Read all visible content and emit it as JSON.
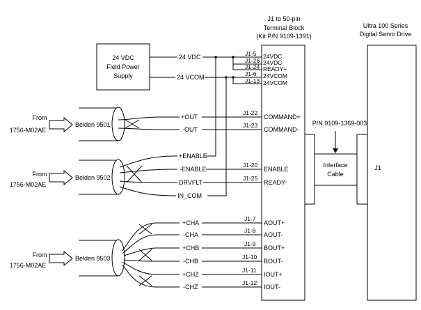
{
  "terminal_block": {
    "line1": "J1 to 50-pin",
    "line2": "Terminal Block",
    "line3": "(Kit P/N 9109-1391)"
  },
  "servo_drive": {
    "line1": "Ultra 100 Series",
    "line2": "Digital Servo Drive",
    "port": "J1"
  },
  "power_supply": {
    "line1": "24 VDC",
    "line2": "Field Power",
    "line3": "Supply",
    "vdc_label": "24 VDC",
    "vcom_label": "24 VCOM"
  },
  "power_pins": [
    {
      "pin": "J1-5",
      "name": "24VDC"
    },
    {
      "pin": "J1-26",
      "name": "24VDC"
    },
    {
      "pin": "J1-24",
      "name": "READY+"
    },
    {
      "pin": "J1-6",
      "name": "24VCOM"
    },
    {
      "pin": "J1-13",
      "name": "24VCOM"
    }
  ],
  "cables": [
    {
      "from1": "From",
      "from2": "1756-M02AE",
      "label": "Belden 9501"
    },
    {
      "from1": "From",
      "from2": "1756-M02AE",
      "label": "Belden 9502"
    },
    {
      "from1": "From",
      "from2": "1756-M02AE",
      "label": "Belden 9503"
    }
  ],
  "signals": [
    {
      "wire": "+OUT",
      "pin": "J1-22",
      "name": "COMMAND+"
    },
    {
      "wire": "-OUT",
      "pin": "J1-23",
      "name": "COMMAND-"
    },
    {
      "wire": "+ENABLE",
      "pin": "",
      "name": ""
    },
    {
      "wire": "-ENABLE",
      "pin": "J1-20",
      "name": "ENABLE"
    },
    {
      "wire": "DRVFLT",
      "pin": "J1-25",
      "name": "READY-"
    },
    {
      "wire": "IN_COM",
      "pin": "",
      "name": ""
    },
    {
      "wire": "+CHA",
      "pin": "J1-7",
      "name": "AOUT+"
    },
    {
      "wire": "-CHA",
      "pin": "J1-8",
      "name": "AOUT-"
    },
    {
      "wire": "+CHB",
      "pin": "J1-9",
      "name": "BOUT+"
    },
    {
      "wire": "-CHB",
      "pin": "J1-10",
      "name": "BOUT-"
    },
    {
      "wire": "+CHZ",
      "pin": "J1-11",
      "name": "IOUT+"
    },
    {
      "wire": "-CHZ",
      "pin": "J1-12",
      "name": "IOUT-"
    }
  ],
  "interface": {
    "pn": "P/N 9109-1369-003",
    "line1": "Interface",
    "line2": "Cable"
  }
}
